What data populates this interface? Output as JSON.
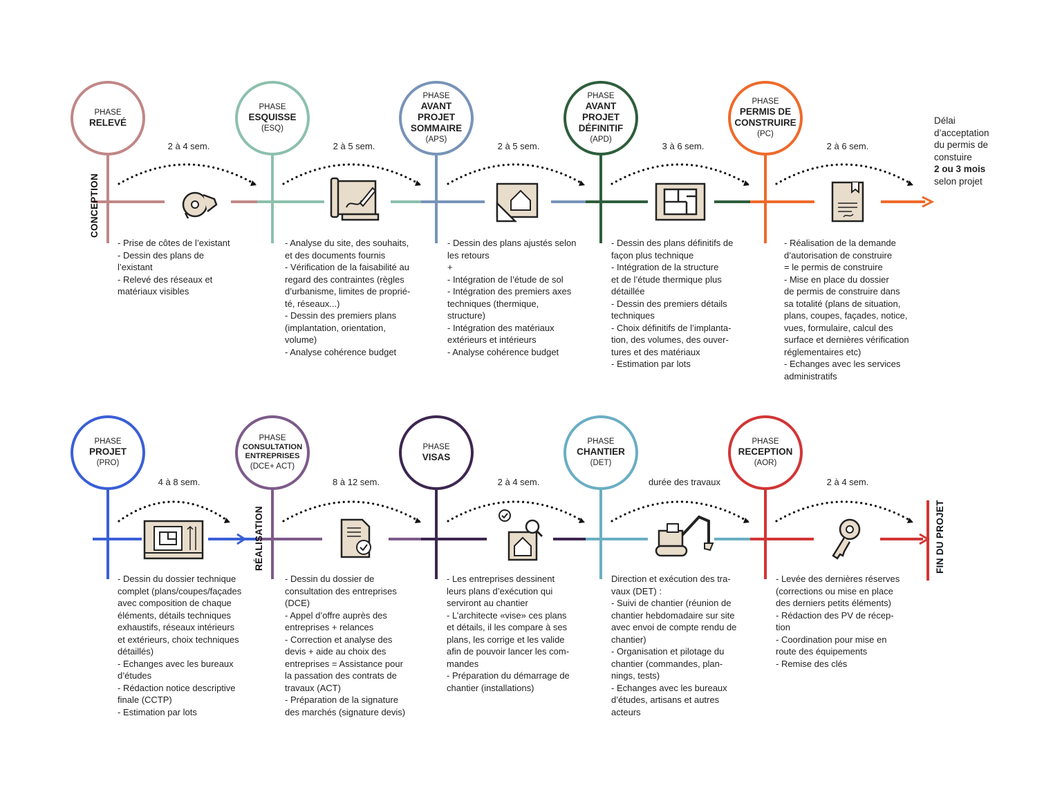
{
  "side_labels": {
    "conception": "CONCEPTION",
    "realisation": "RÉALISATION",
    "fin": "FIN DU PROJET"
  },
  "permit_note": {
    "line1": "Délai",
    "line2": "d’acceptation",
    "line3": "du permis de",
    "line4": "constuire",
    "line5": "2 ou 3 mois",
    "line6": "selon projet"
  },
  "rows": [
    {
      "phases": [
        {
          "label": "PHASE",
          "name": [
            "RELEVÉ"
          ],
          "code": "",
          "color": "#c08787"
        },
        {
          "label": "PHASE",
          "name": [
            "ESQUISSE"
          ],
          "code": "(ESQ)",
          "color": "#8cc0ad"
        },
        {
          "label": "PHASE",
          "name": [
            "AVANT",
            "PROJET",
            "SOMMAIRE"
          ],
          "code": "(APS)",
          "color": "#7893b8"
        },
        {
          "label": "PHASE",
          "name": [
            "AVANT",
            "PROJET",
            "DÉFINITIF"
          ],
          "code": "(APD)",
          "color": "#2e5e3c"
        },
        {
          "label": "PHASE",
          "name": [
            "PERMIS DE",
            "CONSTRUIRE"
          ],
          "code": "(PC)",
          "color": "#ee6a2a"
        }
      ],
      "durations": [
        "2 à 4 sem.",
        "2 à 5 sem.",
        "2 à 5 sem.",
        "3 à 6 sem.",
        "2 à 6 sem."
      ],
      "icons": [
        "tape-measure-icon",
        "drafting-plans-icon",
        "house-drawing-icon",
        "floor-plan-icon",
        "document-seal-icon"
      ],
      "descriptions": [
        [
          "- Prise de côtes de l’existant",
          "- Dessin des plans de",
          "l’existant",
          "- Relevé des réseaux et",
          "matériaux visibles"
        ],
        [
          "- Analyse du site, des souhaits,",
          "et des documents fournis",
          "- Vérification de la faisabilité au",
          "regard des contraintes (règles",
          "d’urbanisme, limites de proprié-",
          "té, réseaux...)",
          "- Dessin des premiers plans",
          "(implantation, orientation,",
          "volume)",
          "- Analyse cohérence budget"
        ],
        [
          "- Dessin des plans ajustés selon",
          "les retours",
          "+",
          "- Intégration de l’étude de sol",
          "- Intégration des premiers axes",
          "techniques (thermique,",
          "structure)",
          "- Intégration des matériaux",
          "extérieurs et intérieurs",
          "- Analyse cohérence budget"
        ],
        [
          "- Dessin des plans définitifs de",
          "façon plus technique",
          "- Intégration de la structure",
          "et de l’étude thermique plus",
          "détaillée",
          "- Dessin des premiers détails",
          "techniques",
          "- Choix définitifs de l’implanta-",
          "tion, des volumes, des ouver-",
          "tures et des matériaux",
          "- Estimation par lots"
        ],
        [
          "- Réalisation de la demande",
          "d’autorisation de construire",
          "= le permis de construire",
          "- Mise en place du dossier",
          "de permis de construire dans",
          "sa totalité (plans de situation,",
          "plans, coupes, façades, notice,",
          "vues, formulaire, calcul des",
          "surface et dernières vérification",
          "réglementaires etc)",
          "- Echanges avec les services",
          "administratifs"
        ]
      ]
    },
    {
      "phases": [
        {
          "label": "PHASE",
          "name": [
            "PROJET"
          ],
          "code": "(PRO)",
          "color": "#3a5fd6"
        },
        {
          "label": "PHASE",
          "name": [
            "CONSULTATION",
            "ENTREPRISES"
          ],
          "code": "(DCE+ ACT)",
          "color": "#7d5a8a"
        },
        {
          "label": "PHASE",
          "name": [
            "VISAS"
          ],
          "code": "",
          "color": "#3d2650"
        },
        {
          "label": "PHASE",
          "name": [
            "CHANTIER"
          ],
          "code": "(DET)",
          "color": "#6aaec2"
        },
        {
          "label": "PHASE",
          "name": [
            "RECEPTION"
          ],
          "code": "(AOR)",
          "color": "#d23535"
        }
      ],
      "durations": [
        "4 à 8 sem.",
        "8 à 12 sem.",
        "2 à 4 sem.",
        "durée des travaux",
        "2 à 4 sem."
      ],
      "icons": [
        "blueprint-icon",
        "invoice-check-icon",
        "house-inspection-icon",
        "excavator-icon",
        "key-icon"
      ],
      "descriptions": [
        [
          "- Dessin du dossier technique",
          "complet (plans/coupes/façades",
          "avec composition de chaque",
          "éléments, détails techniques",
          "exhaustifs, réseaux intérieurs",
          "et extérieurs, choix techniques",
          "détaillés)",
          "- Echanges avec les bureaux",
          "d’études",
          "- Rédaction notice descriptive",
          "finale (CCTP)",
          "- Estimation par lots"
        ],
        [
          "- Dessin du dossier de",
          "consultation des entreprises",
          "(DCE)",
          "- Appel d’offre auprès des",
          "entreprises + relances",
          "- Correction et analyse des",
          "devis + aide au choix des",
          "entreprises = Assistance pour",
          "la passation des contrats de",
          "travaux (ACT)",
          "- Préparation de la signature",
          "des marchés (signature devis)"
        ],
        [
          "- Les entreprises dessinent",
          "leurs plans d’exécution qui",
          "serviront au chantier",
          "- L’architecte «vise» ces plans",
          "et détails, il les compare à ses",
          "plans, les corrige et les valide",
          "afin de pouvoir lancer les com-",
          "mandes",
          "- Préparation du démarrage de",
          "chantier (installations)"
        ],
        [
          "Direction et exécution des tra-",
          "vaux (DET) :",
          "- Suivi de chantier (réunion de",
          "chantier hebdomadaire sur site",
          "avec envoi de compte rendu de",
          "chantier)",
          "- Organisation et pilotage du",
          "chantier (commandes, plan-",
          "nings, tests)",
          "- Echanges avec les bureaux",
          "d’études, artisans et autres",
          "acteurs"
        ],
        [
          "- Levée des dernières réserves",
          "(corrections ou mise en place",
          "des derniers petits éléments)",
          "- Rédaction des PV de récep-",
          "tion",
          "- Coordination pour mise en",
          "route des équipements",
          "- Remise des clés"
        ]
      ]
    }
  ]
}
